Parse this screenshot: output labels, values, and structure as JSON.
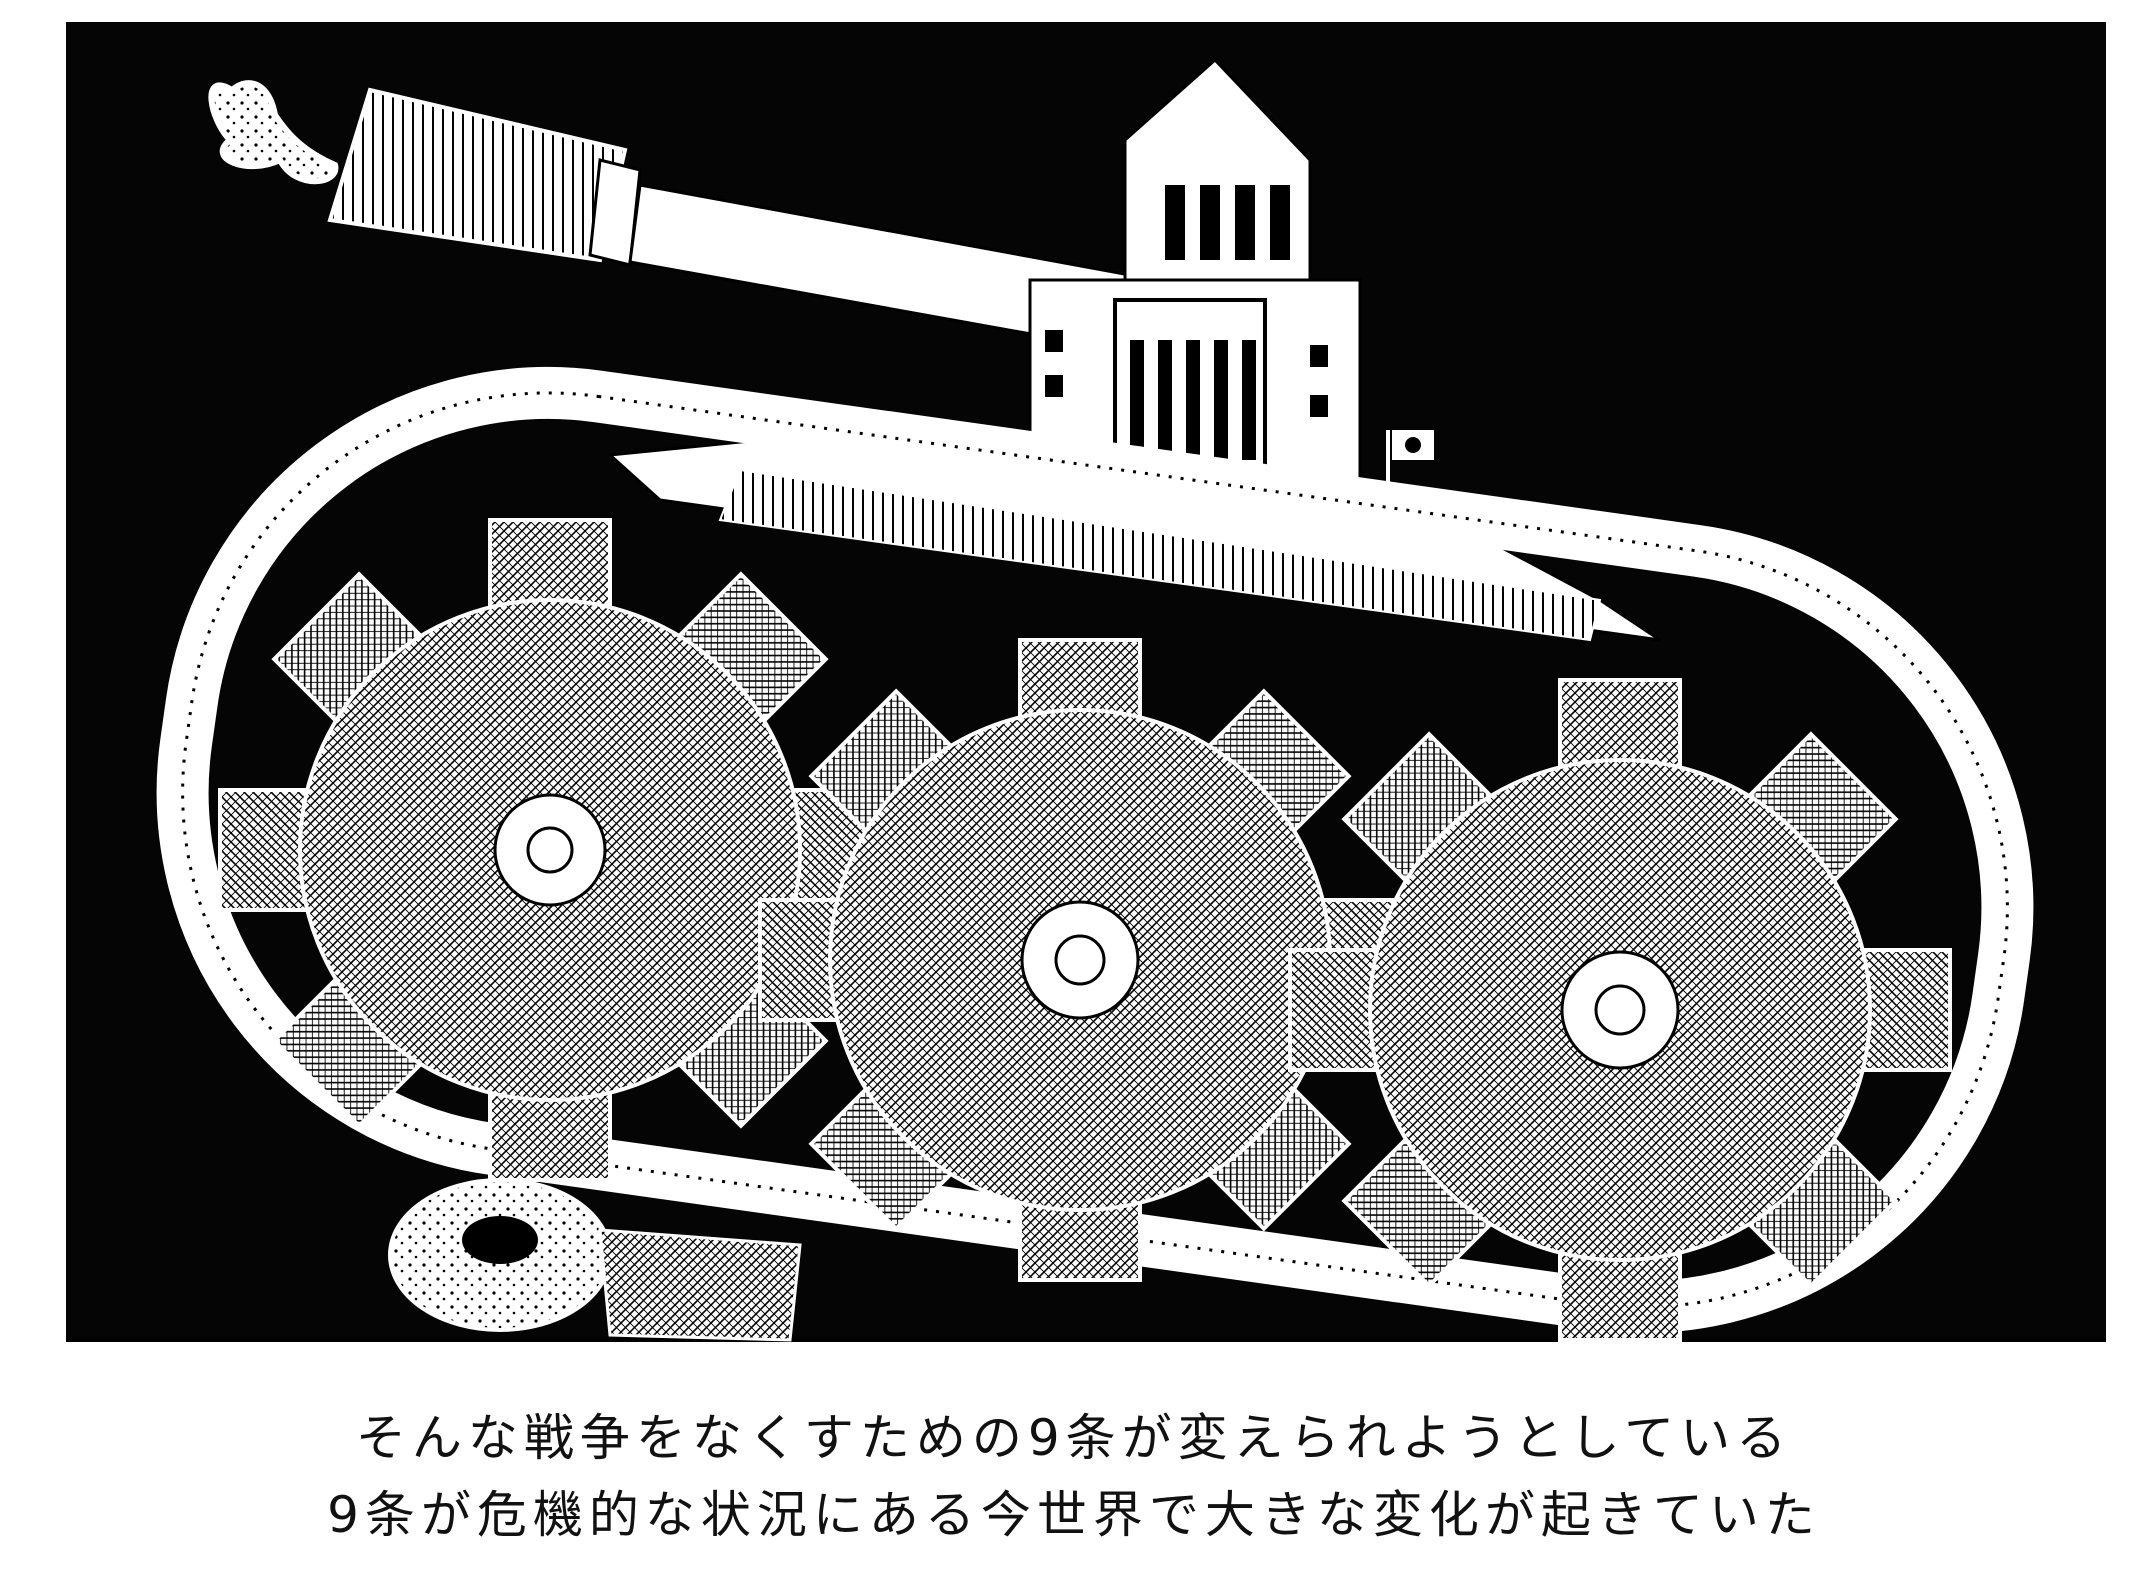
{
  "caption": {
    "line1": "そんな戦争をなくすための9条が変えられようとしている",
    "line2": "9条が危機的な状況にある今世界で大きな変化が起きていた"
  },
  "artwork": {
    "depicts": [
      "tank",
      "parliament-building-turret",
      "gear-wheels",
      "cannon",
      "smoke",
      "crushed-9-character"
    ],
    "colors": {
      "background": "#050505",
      "ink": "#ffffff",
      "paper": "#ffffff"
    }
  }
}
